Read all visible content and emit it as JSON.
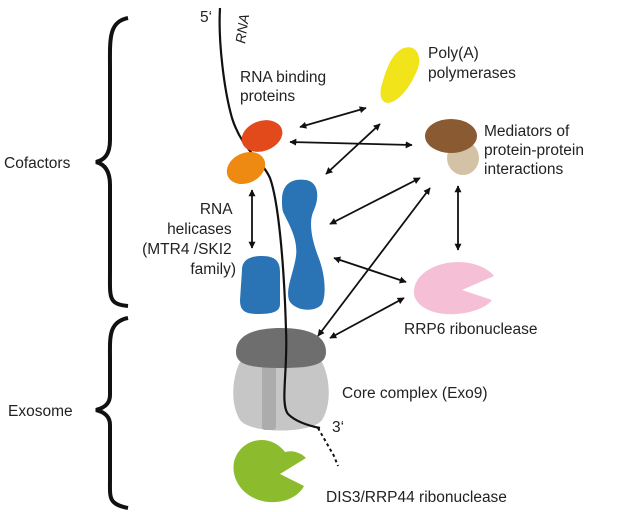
{
  "groups": {
    "cofactors": "Cofactors",
    "exosome": "Exosome"
  },
  "rna": {
    "label": "RNA",
    "five_prime": "5‘",
    "three_prime": "3‘"
  },
  "labels": {
    "rna_binding_proteins": [
      "RNA binding",
      "proteins"
    ],
    "polya_polymerases": [
      "Poly(A)",
      "polymerases"
    ],
    "mediators": [
      "Mediators of",
      "protein-protein",
      "interactions"
    ],
    "rna_helicases": [
      "RNA",
      "helicases",
      "(MTR4 /SKI2",
      "family)"
    ],
    "rrp6": "RRP6 ribonuclease",
    "core_complex": "Core complex (Exo9)",
    "dis3": "DIS3/RRP44 ribonuclease"
  },
  "colors": {
    "rbp_red": "#e24a1c",
    "rbp_orange": "#ee8a12",
    "polya_yellow": "#f2e41a",
    "mediator_brown": "#8a5a32",
    "mediator_tan": "#d3c2a6",
    "helicase_blue": "#2a74b6",
    "rrp6_pink": "#f5bfd6",
    "core_light": "#c6c6c6",
    "core_dark": "#6e6e6e",
    "dis3_green": "#8cbc2e"
  }
}
